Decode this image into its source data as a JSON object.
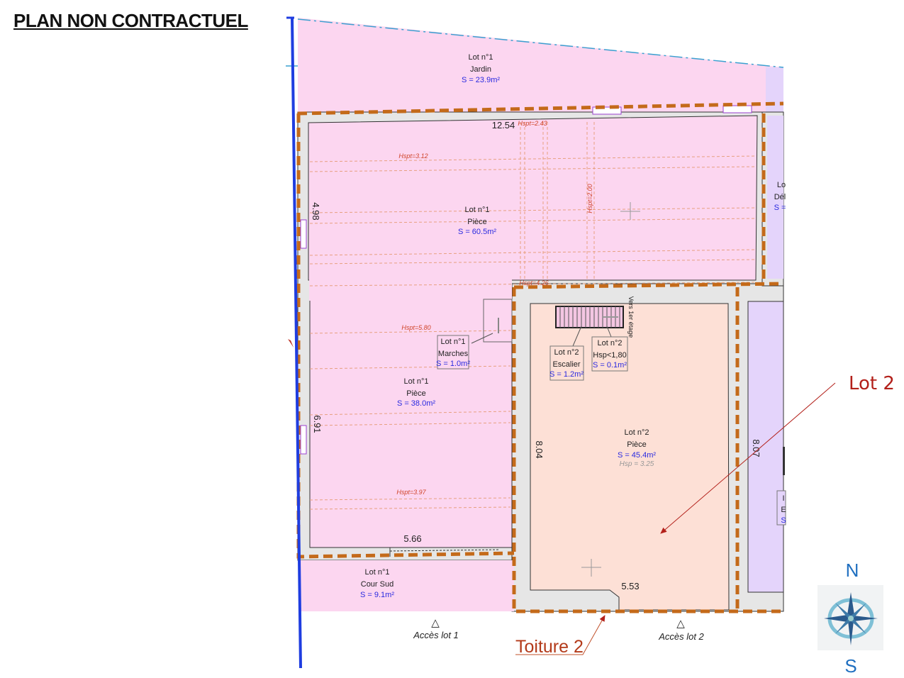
{
  "header": {
    "title": "PLAN NON CONTRACTUEL"
  },
  "rooms": {
    "jardin": {
      "lot": "Lot n°1",
      "name": "Jardin",
      "area": "S = 23.9m²"
    },
    "piece_nord": {
      "lot": "Lot n°1",
      "name": "Pièce",
      "area": "S = 60.5m²"
    },
    "marches": {
      "lot": "Lot n°1",
      "name": "Marches",
      "area": "S = 1.0m²"
    },
    "piece_sud": {
      "lot": "Lot n°1",
      "name": "Pièce",
      "area": "S = 38.0m²"
    },
    "cour_sud": {
      "lot": "Lot n°1",
      "name": "Cour Sud",
      "area": "S = 9.1m²"
    },
    "escalier": {
      "lot": "Lot n°2",
      "name": "Escalier",
      "area": "S = 1.2m²"
    },
    "hsp_small": {
      "lot": "Lot n°2",
      "name": "Hsp<1,80",
      "area": "S = 0.1m²"
    },
    "piece_lot2": {
      "lot": "Lot n°2",
      "name": "Pièce",
      "area": "S = 45.4m²",
      "height": "Hsp = 3.25"
    },
    "right_partial_top": {
      "lot": "Lo",
      "name": "Dél",
      "area": "S ="
    },
    "right_partial_bottom": {
      "lot": "I",
      "name": "E",
      "area": "S"
    }
  },
  "heights": [
    "Hspt=2.43",
    "Hspt=3.12",
    "Hspt=2.00",
    "Hspt=4.26",
    "Hspt=5.80",
    "Hspt=3.97"
  ],
  "dimensions": [
    "12.54",
    "4.98",
    "6.91",
    "5.66",
    "8.04",
    "5.53",
    "8.07"
  ],
  "stair_note": "Vers 1er étage",
  "access": {
    "lot1": "Accès lot 1",
    "lot2": "Accès lot 2",
    "symbol": "△"
  },
  "annotations": {
    "lot2": "Lot 2",
    "toiture": "Toiture 2"
  },
  "compass": {
    "north": "N",
    "south": "S"
  },
  "colors": {
    "lot1": "#fcd6f0",
    "lot2": "#fde0d6",
    "neighbour": "#e4d4fb",
    "boundary": "#c46a1a",
    "property_line": "#1f3de0",
    "annotation": "#b3201a"
  }
}
